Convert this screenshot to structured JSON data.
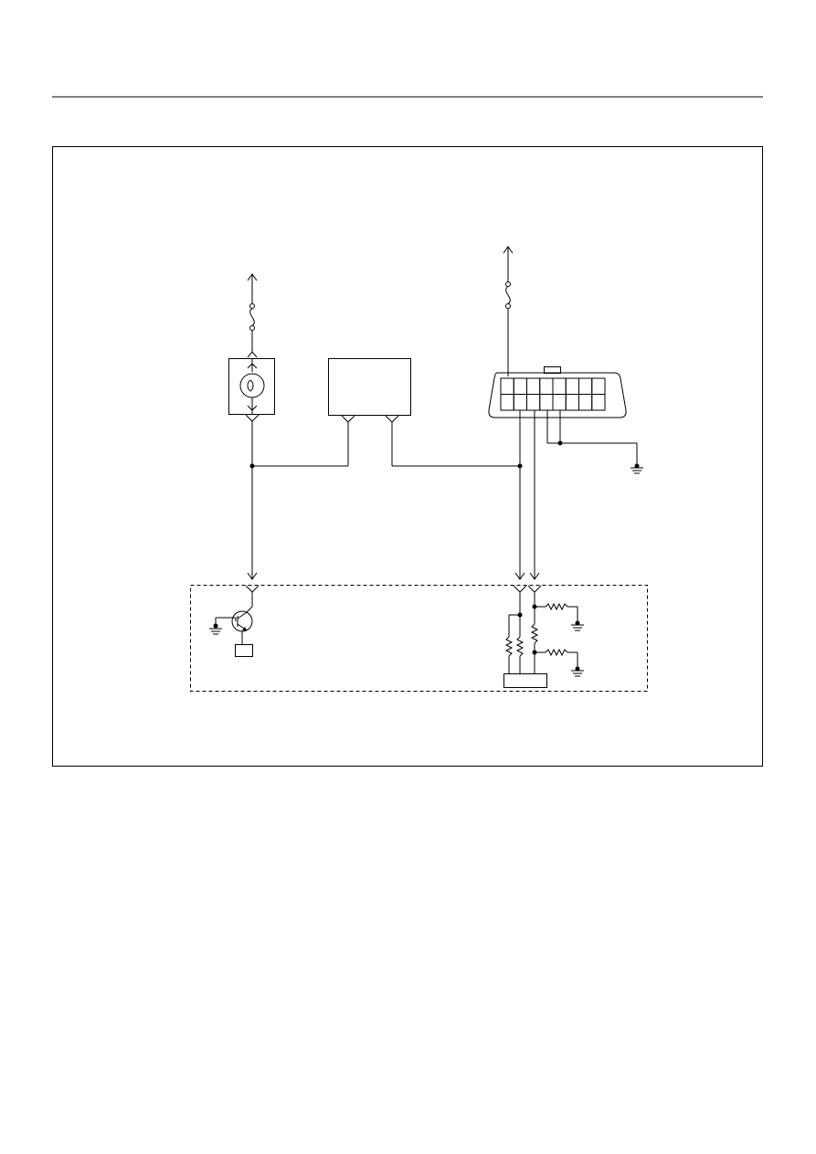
{
  "page": {
    "header_rule": "top-rule",
    "frame": "diagram-frame"
  },
  "diagram": {
    "kind": "wiring-schematic",
    "components": [
      {
        "name": "top-left-fuse",
        "icon": "fuse-icon"
      },
      {
        "name": "top-right-fuse",
        "icon": "fuse-icon"
      },
      {
        "name": "warning-lamp",
        "icon": "lamp-icon"
      },
      {
        "name": "control-module",
        "icon": "module-box"
      },
      {
        "name": "diagnostic-connector",
        "icon": "dlc-connector-icon",
        "pins": 16
      },
      {
        "name": "ecu-dashed-box",
        "icon": "dashed-enclosure"
      },
      {
        "name": "lamp-driver-transistor",
        "icon": "transistor-icon"
      },
      {
        "name": "ground",
        "icon": "ground-icon",
        "count": 4
      },
      {
        "name": "resistor",
        "icon": "resistor-icon",
        "count": 5
      }
    ],
    "colors": {
      "line": "#000000",
      "background": "#ffffff"
    }
  }
}
